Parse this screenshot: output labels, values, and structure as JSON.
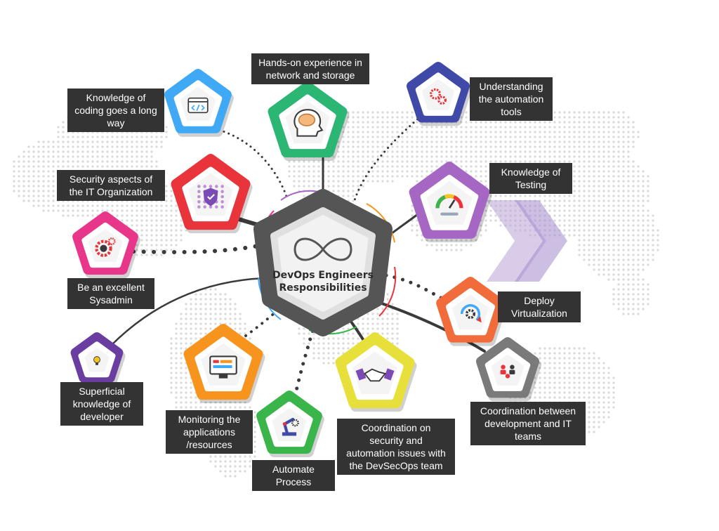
{
  "center": {
    "line1": "DevOps Engineers",
    "line2": "Responsibilities"
  },
  "nodes": [
    {
      "id": "coding",
      "color": "#3fa9f5",
      "icon": "code-window-icon",
      "label_lines": [
        "Knowledge of",
        "coding goes a long",
        "way"
      ]
    },
    {
      "id": "network",
      "color": "#2bb673",
      "icon": "brain-head-icon",
      "label_lines": [
        "Hands-on experience in",
        "network and storage"
      ]
    },
    {
      "id": "automation-tools",
      "color": "#3f4aa8",
      "icon": "gears-icon",
      "label_lines": [
        "Understanding",
        "the automation",
        "tools"
      ]
    },
    {
      "id": "security",
      "color": "#e8343a",
      "icon": "security-shield-icon",
      "label_lines": [
        "Security aspects of",
        "the IT Organization"
      ]
    },
    {
      "id": "sysadmin",
      "color": "#e8378a",
      "icon": "admin-gear-icon",
      "label_lines": [
        "Be an excellent",
        "Sysadmin"
      ]
    },
    {
      "id": "testing",
      "color": "#a667c4",
      "icon": "gauge-icon",
      "label_lines": [
        "Knowledge of",
        "Testing"
      ]
    },
    {
      "id": "virtualization",
      "color": "#f26b3a",
      "icon": "deploy-cycle-icon",
      "label_lines": [
        "Deploy",
        "Virtualization"
      ]
    },
    {
      "id": "developer",
      "color": "#6a3ea1",
      "icon": "lightbulb-icon",
      "label_lines": [
        "Superficial",
        "knowledge of",
        "developer"
      ]
    },
    {
      "id": "monitoring",
      "color": "#f7941d",
      "icon": "monitor-icon",
      "label_lines": [
        "Monitoring the",
        "applications",
        "/resources"
      ]
    },
    {
      "id": "automate",
      "color": "#39b54a",
      "icon": "robot-arm-icon",
      "label_lines": [
        "Automate",
        "Process"
      ]
    },
    {
      "id": "devsecops",
      "color": "#e8e03a",
      "icon": "handshake-icon",
      "label_lines": [
        "Coordination on",
        "security and",
        "automation issues with",
        "the DevSecOps team"
      ]
    },
    {
      "id": "coordination",
      "color": "#7a7a7a",
      "icon": "team-people-icon",
      "label_lines": [
        "Coordination between",
        "development and IT",
        "teams"
      ]
    }
  ]
}
